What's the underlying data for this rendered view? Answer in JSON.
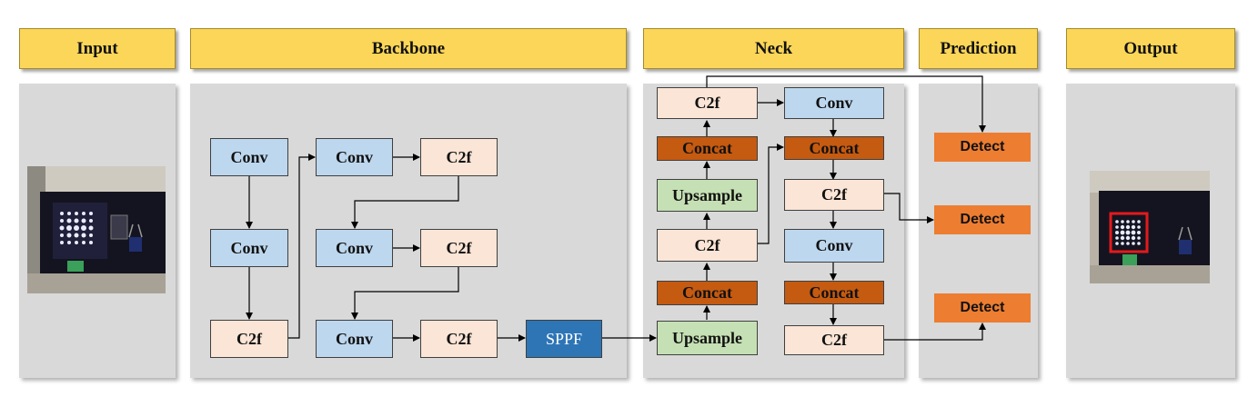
{
  "headers": {
    "input": "Input",
    "backbone": "Backbone",
    "neck": "Neck",
    "prediction": "Prediction",
    "output": "Output"
  },
  "backbone": {
    "conv_1": "Conv",
    "conv_2": "Conv",
    "c2f_1": "C2f",
    "conv_3": "Conv",
    "c2f_2": "C2f",
    "conv_4": "Conv",
    "c2f_3": "C2f",
    "conv_5": "Conv",
    "c2f_4": "C2f",
    "sppf": "SPPF"
  },
  "neck": {
    "left_c2f_top": "C2f",
    "left_concat_top": "Concat",
    "left_upsample_top": "Upsample",
    "left_c2f_mid": "C2f",
    "left_concat_bottom": "Concat",
    "left_upsample_bottom": "Upsample",
    "right_conv_top": "Conv",
    "right_concat_top": "Concat",
    "right_c2f_top": "C2f",
    "right_conv_mid": "Conv",
    "right_concat_bottom": "Concat",
    "right_c2f_bottom": "C2f"
  },
  "prediction": {
    "detect_1": "Detect",
    "detect_2": "Detect",
    "detect_3": "Detect"
  },
  "colors": {
    "header": "#fcd658",
    "panel": "#d9d9d9",
    "conv": "#bdd7ee",
    "c2f": "#fbe5d6",
    "sppf": "#2e75b6",
    "upsample": "#c5e0b4",
    "concat": "#c55a11",
    "detect": "#ed7d31",
    "output_box": "#e31a1c"
  }
}
